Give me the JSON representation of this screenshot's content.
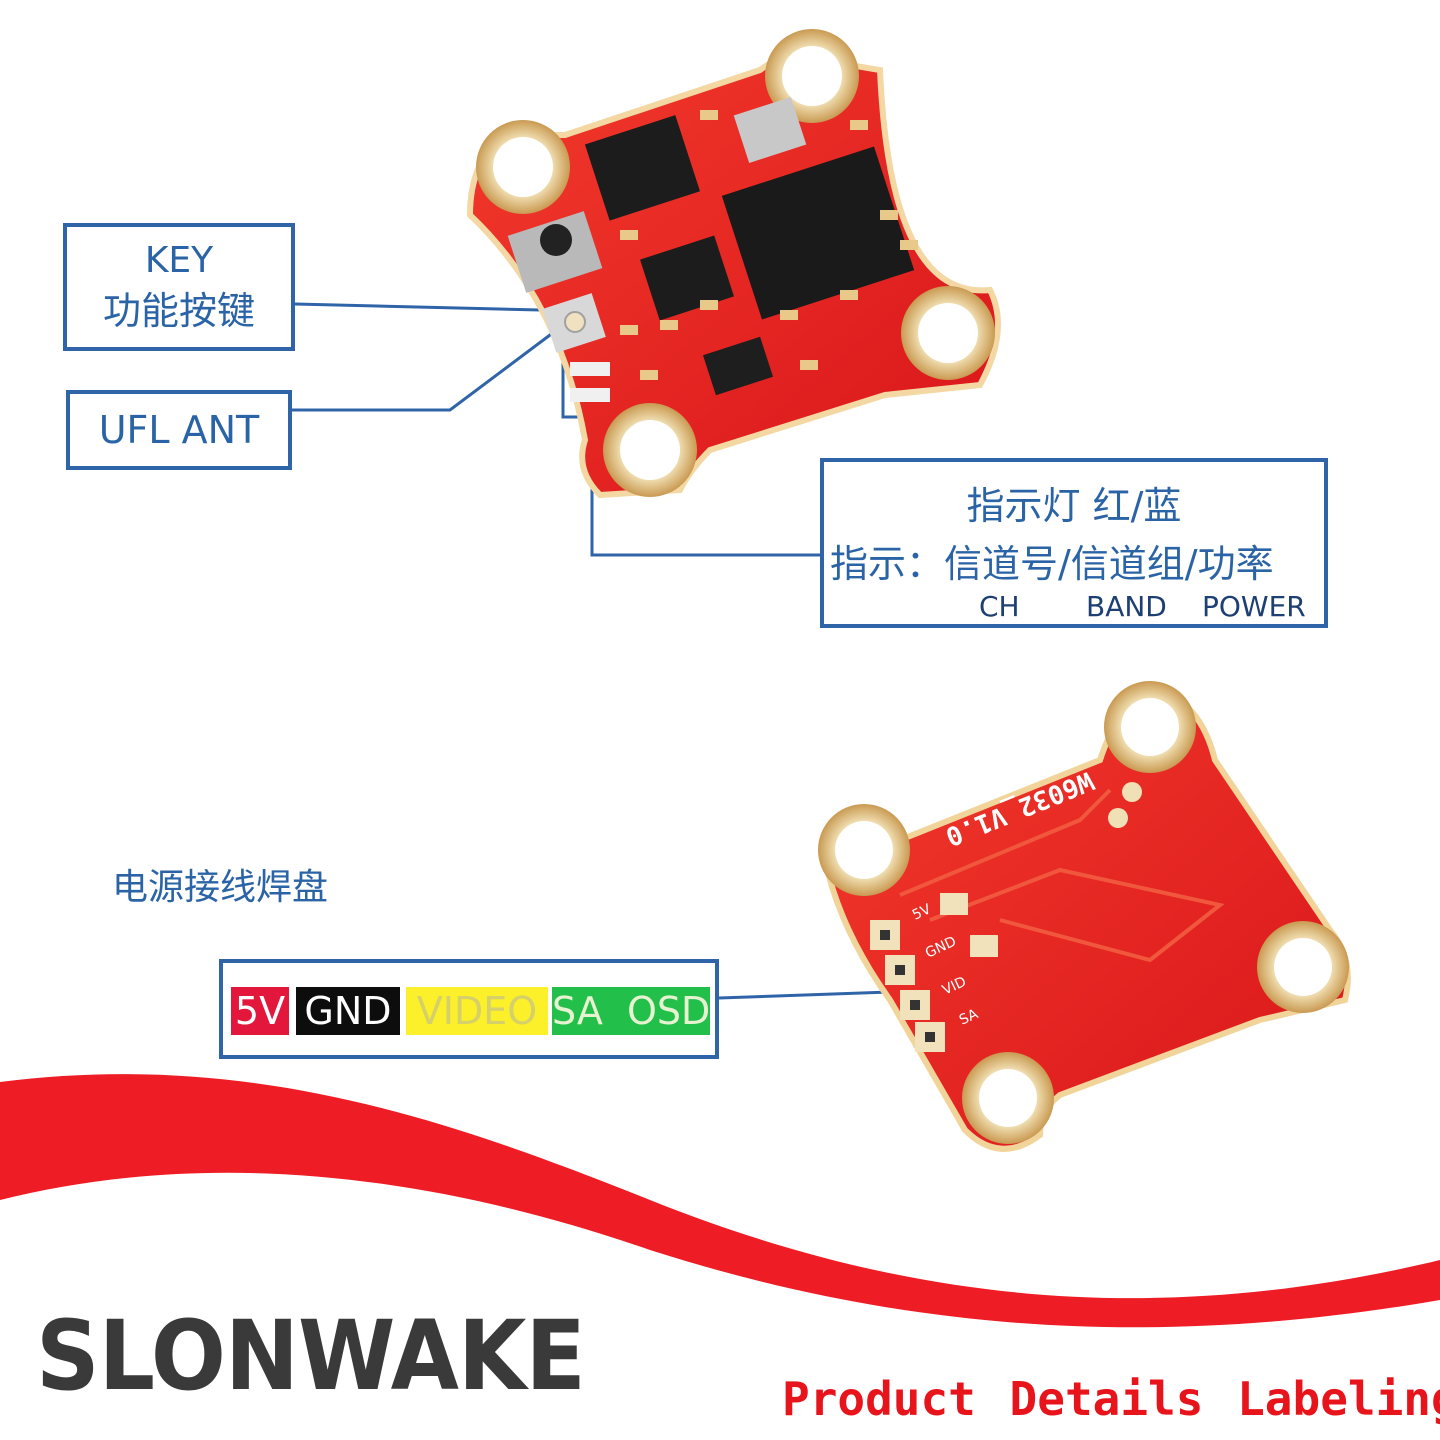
{
  "labels": {
    "key": {
      "line1": "KEY",
      "line2": "功能按键"
    },
    "ufl": "UFL ANT",
    "led": {
      "line1": "指示灯 红/蓝",
      "line2": "指示：信道号/信道组/功率",
      "ch": "CH",
      "band": "BAND",
      "power": "POWER"
    },
    "pads_title": "电源接线焊盘"
  },
  "pins": [
    {
      "label": "5V",
      "bg": "#e2173b",
      "fg": "#ffffff"
    },
    {
      "label": "GND",
      "bg": "#0d0d0d",
      "fg": "#ffffff"
    },
    {
      "label": "VIDEO",
      "bg": "#fbf02a",
      "fg": "#d6d06a"
    },
    {
      "label": "SA  OSD",
      "bg": "#22c04a",
      "fg": "#e6f2d0"
    }
  ],
  "pcb_silkscreen": {
    "board_id": "W6032_V1.0",
    "pad_5v": "5V",
    "pad_gnd": "GND",
    "pad_vid": "VID",
    "pad_sa": "SA"
  },
  "brand": "SLONWAKE",
  "tagline": "Product Details Labeling",
  "colors": {
    "pcb_red": "#e8211e",
    "gold": "#d9b472",
    "accent_red": "#e8141c",
    "label_blue": "#2a63a6"
  }
}
